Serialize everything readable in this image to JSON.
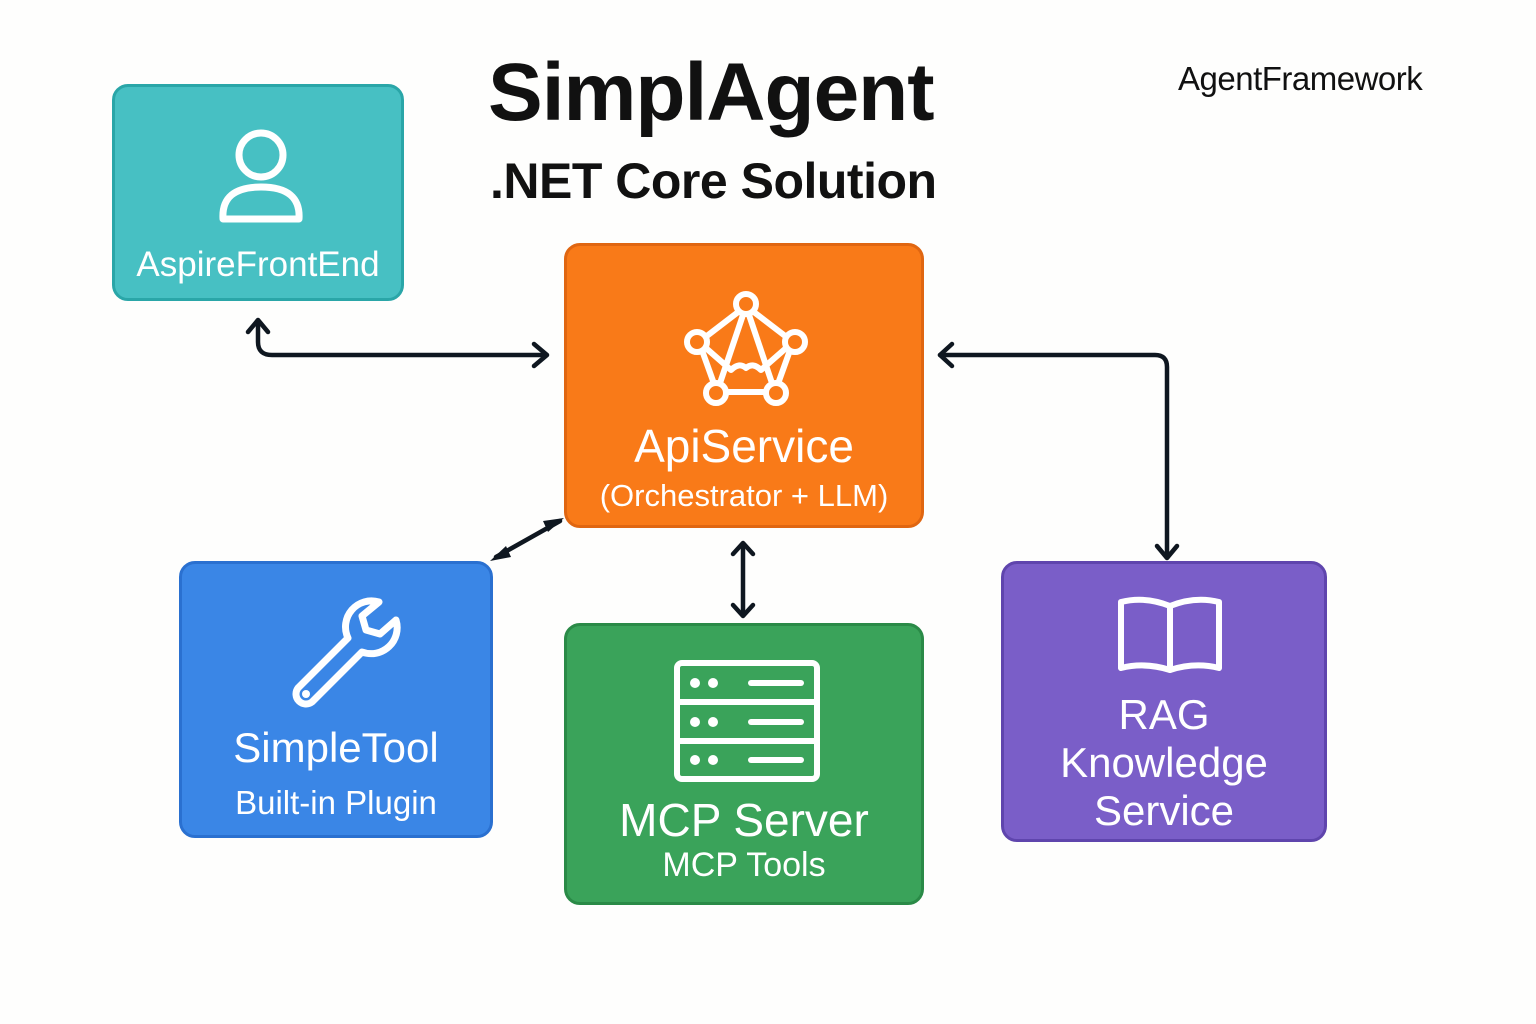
{
  "header": {
    "title": "SimplAgent",
    "subtitle": ".NET Core Solution",
    "corner_label": "AgentFramework"
  },
  "nodes": {
    "frontend": {
      "label": "AspireFrontEnd",
      "icon": "user-icon",
      "color": "#47c0c3"
    },
    "api": {
      "label": "ApiService",
      "sublabel": "(Orchestrator + LLM)",
      "icon": "network-icon",
      "color": "#f97a18"
    },
    "tool": {
      "label": "SimpleTool",
      "sublabel": "Built-in Plugin",
      "icon": "wrench-icon",
      "color": "#3a86e6"
    },
    "mcp": {
      "label": "MCP Server",
      "sublabel": "MCP Tools",
      "icon": "server-icon",
      "color": "#3aa35a"
    },
    "rag": {
      "label_lines": [
        "RAG",
        "Knowledge",
        "Service"
      ],
      "icon": "book-icon",
      "color": "#7a5ec8"
    }
  },
  "connections": [
    {
      "from": "frontend",
      "to": "api",
      "direction": "bidirectional"
    },
    {
      "from": "api",
      "to": "rag",
      "direction": "bidirectional"
    },
    {
      "from": "api",
      "to": "tool",
      "direction": "bidirectional"
    },
    {
      "from": "api",
      "to": "mcp",
      "direction": "bidirectional"
    }
  ]
}
